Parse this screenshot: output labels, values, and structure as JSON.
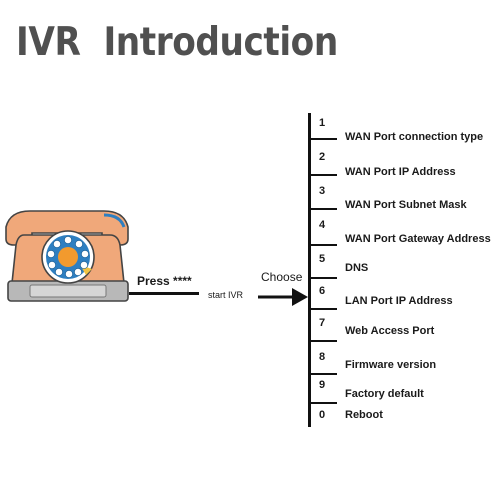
{
  "title": "IVR  Introduction",
  "press_label": "Press ****",
  "start_label": "start IVR",
  "choose_label": "Choose",
  "colors": {
    "phone_body": "#f0a87a",
    "phone_base": "#b8b8b8",
    "dial_blue": "#2e7fc1",
    "dial_orange": "#f29a2e",
    "dial_yellow": "#f2c443"
  },
  "menu": [
    {
      "key": "1",
      "label": "WAN Port connection type"
    },
    {
      "key": "2",
      "label": "WAN Port IP Address"
    },
    {
      "key": "3",
      "label": "WAN Port Subnet Mask"
    },
    {
      "key": "4",
      "label": "WAN Port Gateway Address"
    },
    {
      "key": "5",
      "label": "DNS"
    },
    {
      "key": "6",
      "label": "LAN Port IP Address"
    },
    {
      "key": "7",
      "label": "Web Access Port"
    },
    {
      "key": "8",
      "label": "Firmware version"
    },
    {
      "key": "9",
      "label": "Factory default"
    },
    {
      "key": "0",
      "label": "Reboot"
    }
  ]
}
